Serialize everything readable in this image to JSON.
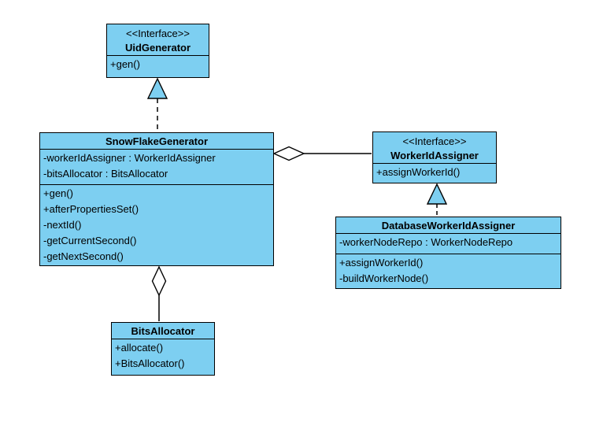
{
  "colors": {
    "box_fill": "#7DCFF1",
    "border": "#000000",
    "background": "#FFFFFF",
    "aggregation_fill": "#FFFFFF"
  },
  "classes": {
    "uid_generator": {
      "stereotype": "<<Interface>>",
      "name": "UidGenerator",
      "methods": [
        "+gen()"
      ]
    },
    "snowflake_generator": {
      "name": "SnowFlakeGenerator",
      "attributes": [
        "-workerIdAssigner : WorkerIdAssigner",
        "-bitsAllocator : BitsAllocator"
      ],
      "methods": [
        "+gen()",
        "+afterPropertiesSet()",
        "-nextId()",
        "-getCurrentSecond()",
        "-getNextSecond()"
      ]
    },
    "workerid_assigner": {
      "stereotype": "<<Interface>>",
      "name": "WorkerIdAssigner",
      "methods": [
        "+assignWorkerId()"
      ]
    },
    "database_workerid_assigner": {
      "name": "DatabaseWorkerIdAssigner",
      "attributes": [
        "-workerNodeRepo : WorkerNodeRepo"
      ],
      "methods": [
        "+assignWorkerId()",
        "-buildWorkerNode()"
      ]
    },
    "bits_allocator": {
      "name": "BitsAllocator",
      "methods": [
        "+allocate()",
        "+BitsAllocator()"
      ]
    }
  },
  "relationships": [
    {
      "from": "SnowFlakeGenerator",
      "to": "UidGenerator",
      "type": "realization"
    },
    {
      "from": "SnowFlakeGenerator",
      "to": "WorkerIdAssigner",
      "type": "aggregation"
    },
    {
      "from": "DatabaseWorkerIdAssigner",
      "to": "WorkerIdAssigner",
      "type": "realization"
    },
    {
      "from": "SnowFlakeGenerator",
      "to": "BitsAllocator",
      "type": "aggregation"
    }
  ]
}
